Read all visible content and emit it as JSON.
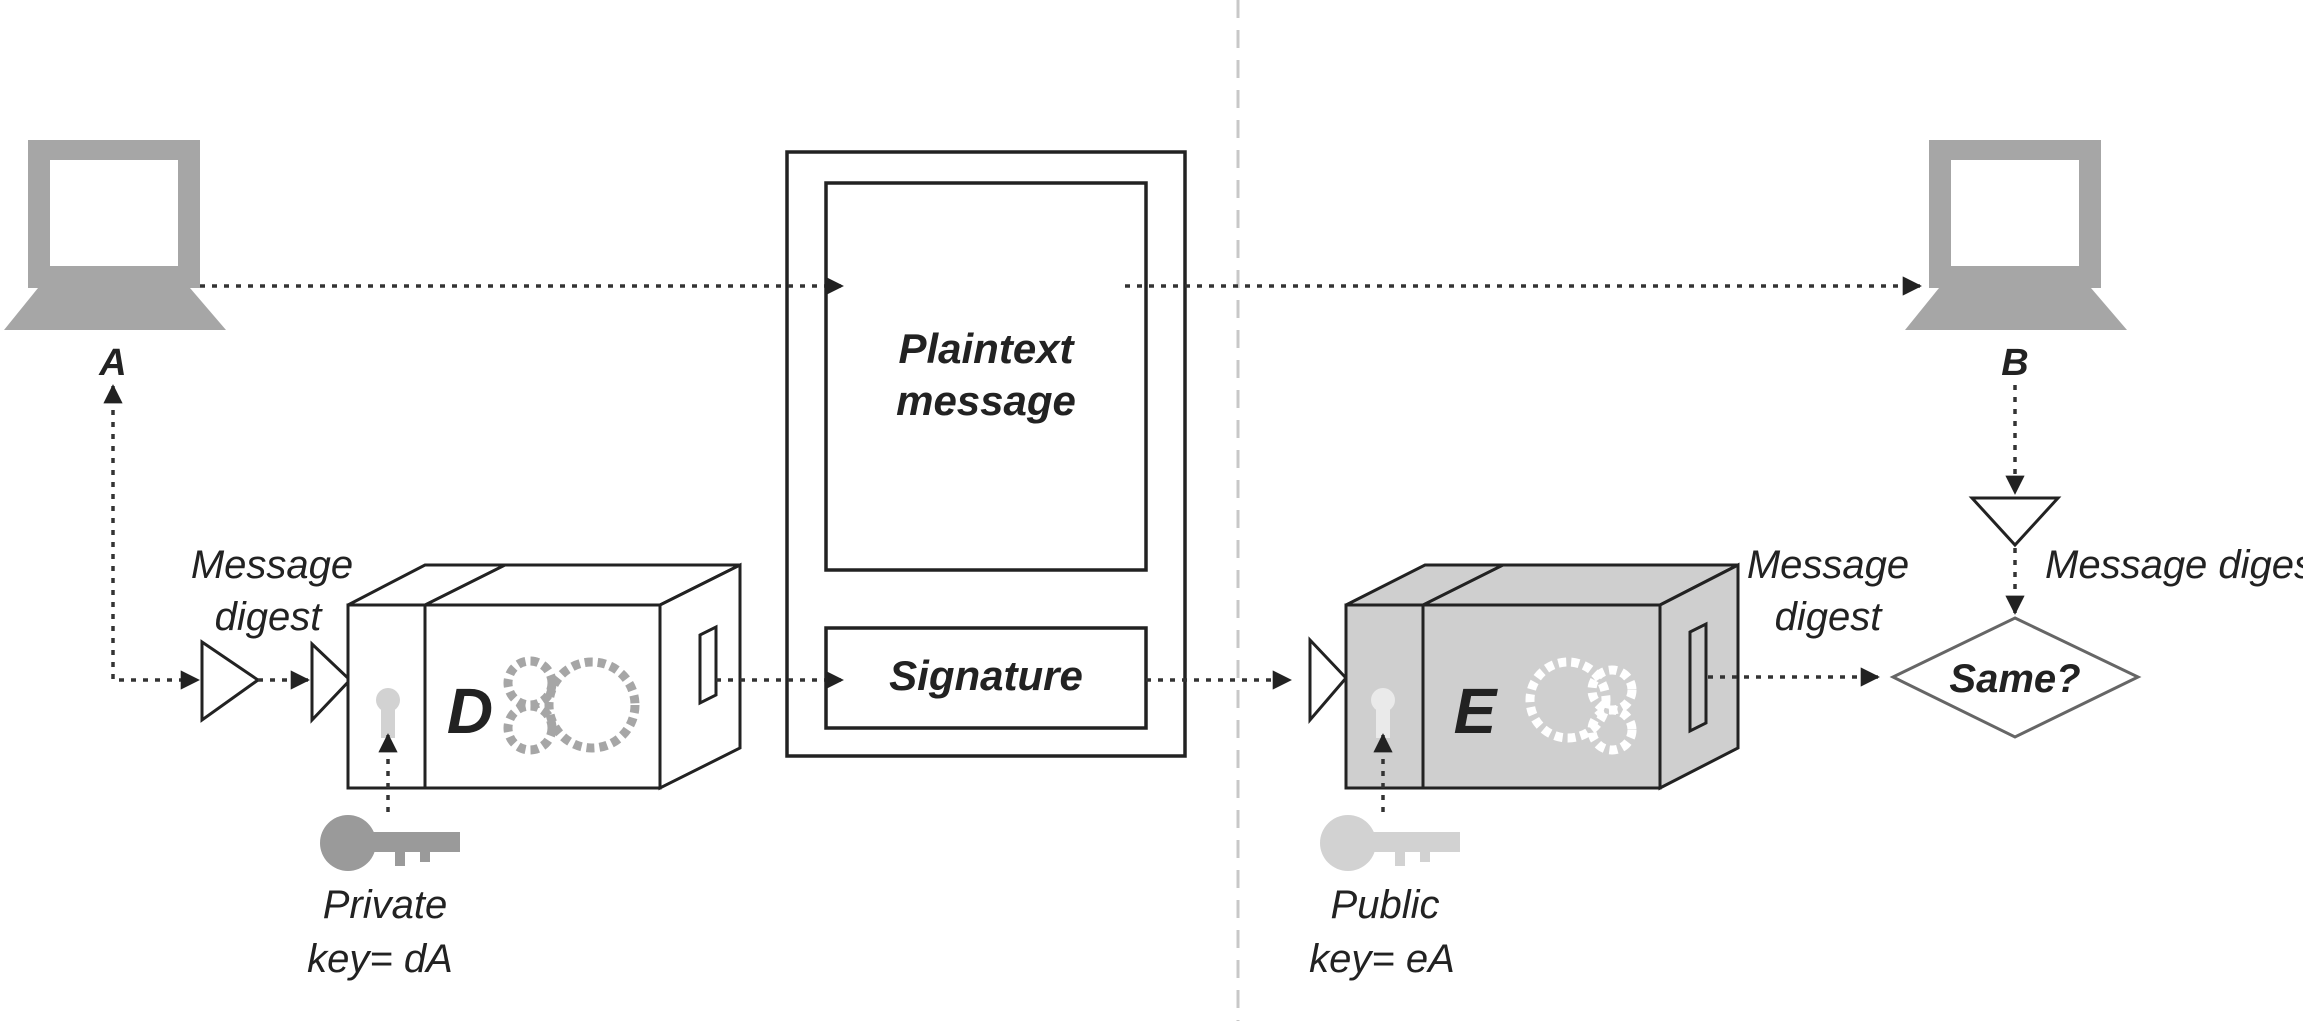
{
  "computers": {
    "left_label": "A",
    "right_label": "B"
  },
  "message": {
    "plaintext_label": "Plaintext message",
    "plaintext_line1": "Plaintext",
    "plaintext_line2": "message",
    "signature_label": "Signature"
  },
  "sender": {
    "digest_line1": "Message",
    "digest_line2": "digest",
    "box_letter": "D",
    "key_line1": "Private",
    "key_line2": "key= dA"
  },
  "receiver": {
    "digest_line1": "Message",
    "digest_line2": "digest",
    "box_letter": "E",
    "key_line1": "Public",
    "key_line2": "key= eA",
    "right_digest_label": "Message digest",
    "compare_label": "Same?"
  },
  "colors": {
    "monitor_gray": "#a6a6a6",
    "box_white": "#ffffff",
    "box_gray": "#cfcfcf",
    "key_gray": "#9a9a9a",
    "key_light": "#d2d2d2",
    "line": "#333333",
    "divider": "#c8c8c8"
  },
  "icons": [
    "computer-icon",
    "gear-icon",
    "key-icon",
    "lock-icon"
  ]
}
